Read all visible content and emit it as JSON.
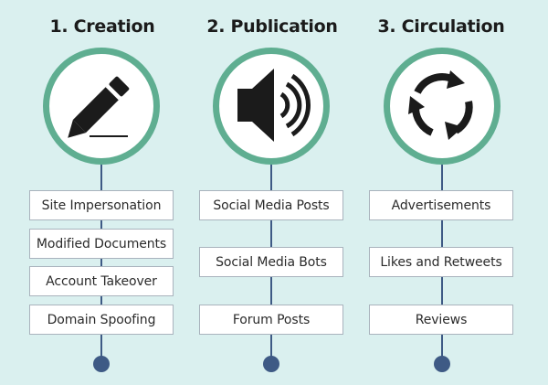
{
  "columns": [
    {
      "title": "1. Creation",
      "icon": "pencil-icon",
      "items": [
        "Site Impersonation",
        "Modified Documents",
        "Account Takeover",
        "Domain Spoofing"
      ]
    },
    {
      "title": "2. Publication",
      "icon": "speaker-icon",
      "items": [
        "Social Media Posts",
        "Social Media Bots",
        "Forum Posts"
      ]
    },
    {
      "title": "3. Circulation",
      "icon": "refresh-cycle-icon",
      "items": [
        "Advertisements",
        "Likes and Retweets",
        "Reviews"
      ]
    }
  ],
  "colors": {
    "background": "#daf0ef",
    "ring": "#5fae91",
    "stem": "#3e5a85",
    "box_border": "#a9b3bd"
  }
}
